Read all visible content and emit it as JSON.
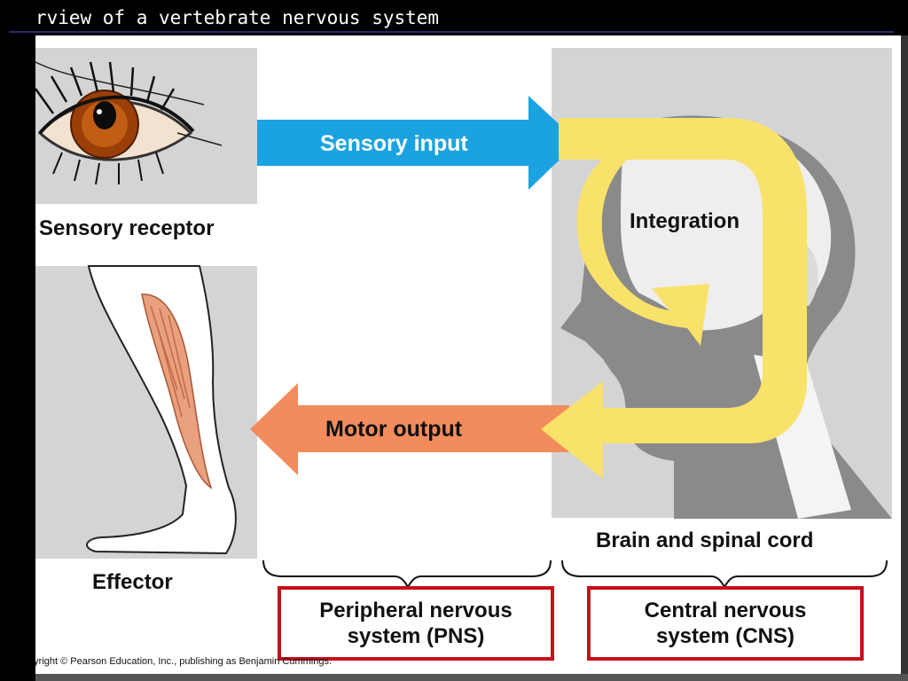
{
  "slide": {
    "title": "Overview of a vertebrate nervous system"
  },
  "labels": {
    "sensory_input": "Sensory input",
    "sensory_receptor": "Sensory receptor",
    "integration": "Integration",
    "motor_output": "Motor output",
    "effector": "Effector",
    "brain_spinal_cord": "Brain and spinal cord"
  },
  "boxes": {
    "pns_line1": "Peripheral nervous",
    "pns_line2": "system (PNS)",
    "cns_line1": "Central nervous",
    "cns_line2": "system (CNS)"
  },
  "footer": {
    "copyright": "Copyright © Pearson Education, Inc., publishing as Benjamin Cummings."
  },
  "colors": {
    "sensory_arrow": "#1aa3e0",
    "motor_arrow": "#f28c5c",
    "integration_arrow": "#f9e26a",
    "box_border": "#c4101a",
    "panel_bg": "#d4d4d4"
  },
  "icons": [
    "eye-icon",
    "leg-icon",
    "head-silhouette-icon",
    "skull-icon"
  ]
}
